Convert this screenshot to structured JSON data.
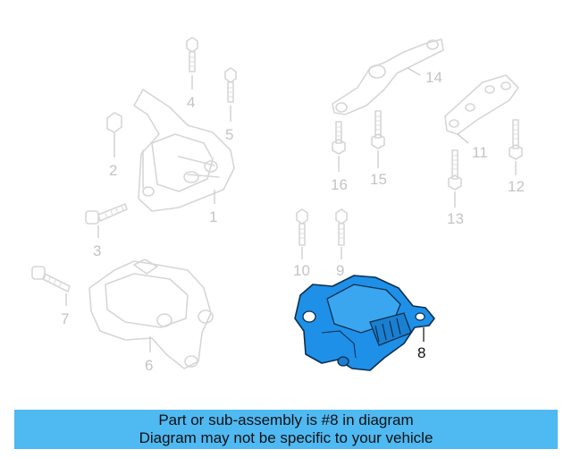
{
  "callouts": {
    "c1": "1",
    "c2": "2",
    "c3": "3",
    "c4": "4",
    "c5": "5",
    "c6": "6",
    "c7": "7",
    "c8": "8",
    "c9": "9",
    "c10": "10",
    "c11": "11",
    "c12": "12",
    "c13": "13",
    "c14": "14",
    "c15": "15",
    "c16": "16"
  },
  "highlighted_part": "8",
  "caption": {
    "line1": "Part or sub-assembly is #8 in diagram",
    "line2": "Diagram may not be specific to your vehicle"
  },
  "colors": {
    "highlight": "#1e90e8",
    "caption_background": "#4fb9f2",
    "ghost": "#d6d6d6"
  }
}
